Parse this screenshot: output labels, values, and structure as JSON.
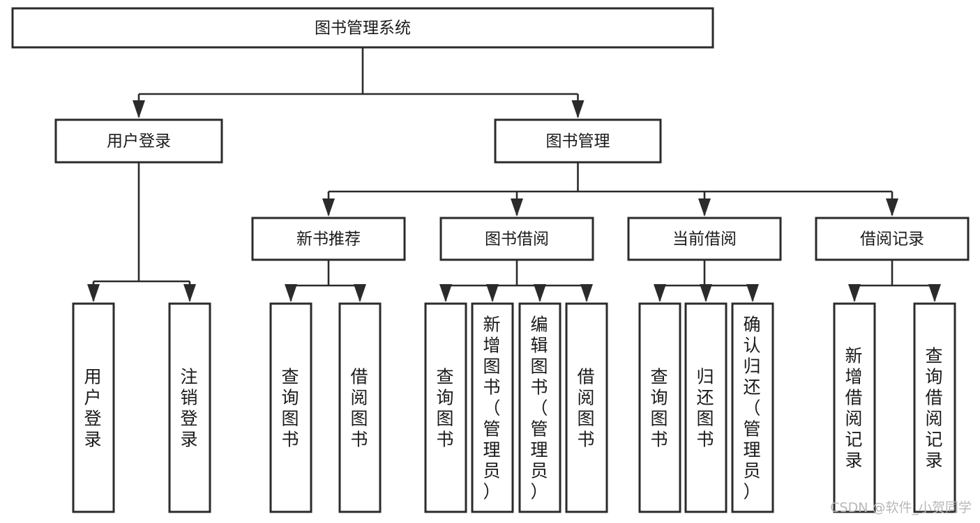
{
  "diagram": {
    "type": "tree-hierarchy-chart",
    "title": "图书管理系统",
    "colors": {
      "background": "#ffffff",
      "box_fill": "#ffffff",
      "box_stroke": "#2b2b2b",
      "text": "#1a1a1a",
      "watermark": "#b8b8b8"
    },
    "levels": {
      "root": {
        "label": "图书管理系统",
        "orientation": "horizontal"
      },
      "level2": [
        {
          "label": "用户登录",
          "orientation": "horizontal"
        },
        {
          "label": "图书管理",
          "orientation": "horizontal"
        }
      ],
      "level3": [
        {
          "label": "新书推荐",
          "orientation": "horizontal"
        },
        {
          "label": "图书借阅",
          "orientation": "horizontal"
        },
        {
          "label": "当前借阅",
          "orientation": "horizontal"
        },
        {
          "label": "借阅记录",
          "orientation": "horizontal"
        }
      ],
      "leaves": [
        {
          "label": "用户登录",
          "orientation": "vertical",
          "parent": "用户登录"
        },
        {
          "label": "注销登录",
          "orientation": "vertical",
          "parent": "用户登录"
        },
        {
          "label": "查询图书",
          "orientation": "vertical",
          "parent": "新书推荐"
        },
        {
          "label": "借阅图书",
          "orientation": "vertical",
          "parent": "新书推荐"
        },
        {
          "label": "查询图书",
          "orientation": "vertical",
          "parent": "图书借阅"
        },
        {
          "label": "新增图书（管理员）",
          "orientation": "vertical",
          "parent": "图书借阅"
        },
        {
          "label": "编辑图书（管理员）",
          "orientation": "vertical",
          "parent": "图书借阅"
        },
        {
          "label": "借阅图书",
          "orientation": "vertical",
          "parent": "图书借阅"
        },
        {
          "label": "查询图书",
          "orientation": "vertical",
          "parent": "当前借阅"
        },
        {
          "label": "归还图书",
          "orientation": "vertical",
          "parent": "当前借阅"
        },
        {
          "label": "确认归还（管理员）",
          "orientation": "vertical",
          "parent": "当前借阅"
        },
        {
          "label": "新增借阅记录",
          "orientation": "vertical",
          "parent": "借阅记录"
        },
        {
          "label": "查询借阅记录",
          "orientation": "vertical",
          "parent": "借阅记录"
        }
      ]
    }
  },
  "watermark": {
    "text": "CSDN @软件_小贺同学"
  }
}
